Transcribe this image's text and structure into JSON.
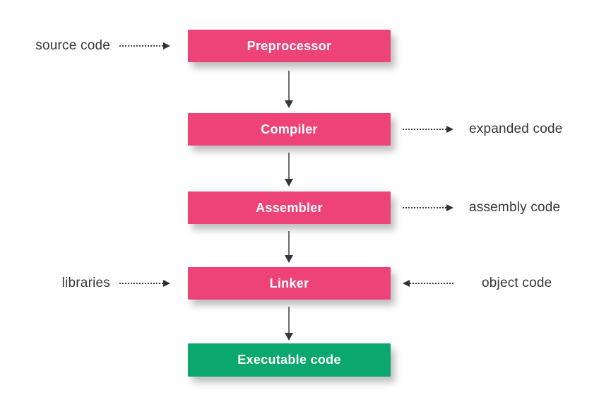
{
  "diagram": {
    "type": "flowchart",
    "subject": "compilation-process",
    "stages": [
      {
        "id": "preprocessor",
        "label": "Preprocessor"
      },
      {
        "id": "compiler",
        "label": "Compiler"
      },
      {
        "id": "assembler",
        "label": "Assembler"
      },
      {
        "id": "linker",
        "label": "Linker"
      },
      {
        "id": "executable",
        "label": "Executable code"
      }
    ],
    "annotations": [
      {
        "id": "source-code",
        "text": "source code",
        "side": "left",
        "arrow_direction": "right",
        "target": "Preprocessor"
      },
      {
        "id": "expanded-code",
        "text": "expanded code",
        "side": "right",
        "arrow_direction": "right",
        "source": "Compiler"
      },
      {
        "id": "assembly-code",
        "text": "assembly code",
        "side": "right",
        "arrow_direction": "right",
        "source": "Assembler"
      },
      {
        "id": "libraries",
        "text": "libraries",
        "side": "left",
        "arrow_direction": "right",
        "target": "Linker"
      },
      {
        "id": "object-code",
        "text": "object code",
        "side": "right",
        "arrow_direction": "left",
        "target": "Linker"
      }
    ],
    "flow_arrows": [
      {
        "from": "Preprocessor",
        "to": "Compiler"
      },
      {
        "from": "Compiler",
        "to": "Assembler"
      },
      {
        "from": "Assembler",
        "to": "Linker"
      },
      {
        "from": "Linker",
        "to": "Executable code"
      }
    ],
    "colors": {
      "stage_box": "#ee4379",
      "final_box": "#0aa86e",
      "box_text": "#ffffff",
      "label_text": "#33363c",
      "arrow": "#33363c",
      "background": "#ffffff"
    }
  }
}
